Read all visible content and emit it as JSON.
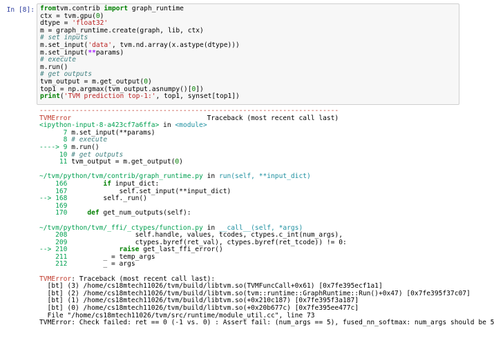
{
  "prompt": "In [8]:",
  "code_lines": [
    [
      [
        "kw",
        "from"
      ],
      [
        "",
        "tvm.contrib "
      ],
      [
        "kw",
        "import"
      ],
      [
        "",
        " graph_runtime"
      ]
    ],
    [
      [
        "",
        "ctx = tvm.gpu("
      ],
      [
        "num",
        "0"
      ],
      [
        "",
        ")"
      ]
    ],
    [
      [
        "",
        "dtype = "
      ],
      [
        "str",
        "'float32'"
      ]
    ],
    [
      [
        "",
        "m = graph_runtime.create(graph, lib, ctx)"
      ]
    ],
    [
      [
        "cmt",
        "# set inputs"
      ]
    ],
    [
      [
        "",
        "m.set_input("
      ],
      [
        "str",
        "'data'"
      ],
      [
        "",
        ", tvm.nd.array(x.astype(dtype)))"
      ]
    ],
    [
      [
        "",
        "m.set_input("
      ],
      [
        "op",
        "**"
      ],
      [
        "",
        "params)"
      ]
    ],
    [
      [
        "cmt",
        "# execute"
      ]
    ],
    [
      [
        "",
        "m.run()"
      ]
    ],
    [
      [
        "cmt",
        "# get outputs"
      ]
    ],
    [
      [
        "",
        "tvm_output = m.get_output("
      ],
      [
        "num",
        "0"
      ],
      [
        "",
        ")"
      ]
    ],
    [
      [
        "",
        "top1 = np.argmax(tvm_output.asnumpy()["
      ],
      [
        "num",
        "0"
      ],
      [
        "",
        "])"
      ]
    ],
    [
      [
        "kw",
        "print"
      ],
      [
        "",
        "("
      ],
      [
        "str",
        "'TVM prediction top-1:'"
      ],
      [
        "",
        ", top1, synset[top1])"
      ]
    ]
  ],
  "output_lines": [
    [
      [
        "red",
        "---------------------------------------------------------------------------"
      ]
    ],
    [
      [
        "red",
        "TVMError"
      ],
      [
        "",
        "                                  Traceback (most recent call last)"
      ]
    ],
    [
      [
        "green",
        "<ipython-input-8-a423cf7a6ffa>"
      ],
      [
        "",
        " in "
      ],
      [
        "cyan",
        "<module>"
      ]
    ],
    [
      [
        "green",
        "      7"
      ],
      [
        "",
        " m.set_input(**params)"
      ]
    ],
    [
      [
        "green",
        "      8"
      ],
      [
        "cmt",
        " # execute"
      ]
    ],
    [
      [
        "green",
        "----> 9"
      ],
      [
        "",
        " m.run()"
      ]
    ],
    [
      [
        "green",
        "     10"
      ],
      [
        "cmt",
        " # get outputs"
      ]
    ],
    [
      [
        "green",
        "     11"
      ],
      [
        "",
        " tvm_output = m.get_output("
      ],
      [
        "num",
        "0"
      ],
      [
        "",
        ")"
      ]
    ],
    [
      [
        "blank",
        ""
      ]
    ],
    [
      [
        "green",
        "~/tvm/python/tvm/contrib/graph_runtime.py"
      ],
      [
        "",
        " in "
      ],
      [
        "cyan",
        "run(self, **input_dict)"
      ]
    ],
    [
      [
        "green",
        "    166"
      ],
      [
        "",
        "         "
      ],
      [
        "kw",
        "if"
      ],
      [
        "",
        " input_dict:"
      ]
    ],
    [
      [
        "green",
        "    167"
      ],
      [
        "",
        "             self.set_input(**input_dict)"
      ]
    ],
    [
      [
        "green",
        "--> 168"
      ],
      [
        "",
        "         self._run()"
      ]
    ],
    [
      [
        "green",
        "    169"
      ],
      [
        "",
        " "
      ]
    ],
    [
      [
        "green",
        "    170"
      ],
      [
        "",
        "     "
      ],
      [
        "kw",
        "def"
      ],
      [
        "",
        " get_num_outputs(self):"
      ]
    ],
    [
      [
        "blank",
        ""
      ]
    ],
    [
      [
        "green",
        "~/tvm/python/tvm/_ffi/_ctypes/function.py"
      ],
      [
        "",
        " in "
      ],
      [
        "cyan",
        "__call__(self, *args)"
      ]
    ],
    [
      [
        "green",
        "    208"
      ],
      [
        "",
        "                 self.handle, values, tcodes, ctypes.c_int(num_args),"
      ]
    ],
    [
      [
        "green",
        "    209"
      ],
      [
        "",
        "                 ctypes.byref(ret_val), ctypes.byref(ret_tcode)) != 0:"
      ]
    ],
    [
      [
        "green",
        "--> 210"
      ],
      [
        "",
        "             "
      ],
      [
        "kw",
        "raise"
      ],
      [
        "",
        " get_last_ffi_error()"
      ]
    ],
    [
      [
        "green",
        "    211"
      ],
      [
        "",
        "         _ = temp_args"
      ]
    ],
    [
      [
        "green",
        "    212"
      ],
      [
        "",
        "         _ = args"
      ]
    ],
    [
      [
        "blank",
        ""
      ]
    ],
    [
      [
        "red",
        "TVMError"
      ],
      [
        "",
        ": Traceback (most recent call last):"
      ]
    ],
    [
      [
        "",
        "  [bt] (3) /home/cs18mtech11026/tvm/build/libtvm.so(TVMFuncCall+0x61) [0x7fe395ecf1a1]"
      ]
    ],
    [
      [
        "",
        "  [bt] (2) /home/cs18mtech11026/tvm/build/libtvm.so(tvm::runtime::GraphRuntime::Run()+0x47) [0x7fe395f37c07]"
      ]
    ],
    [
      [
        "",
        "  [bt] (1) /home/cs18mtech11026/tvm/build/libtvm.so(+0x210c187) [0x7fe395f3a187]"
      ]
    ],
    [
      [
        "",
        "  [bt] (0) /home/cs18mtech11026/tvm/build/libtvm.so(+0x20b677c) [0x7fe395ee477c]"
      ]
    ],
    [
      [
        "",
        "  File \"/home/cs18mtech11026/tvm/src/runtime/module_util.cc\", line 73"
      ]
    ],
    [
      [
        "",
        "TVMError: Check failed: ret == 0 (-1 vs. 0) : Assert fail: (num_args == 5), fused_nn_softmax: num_args should be 5"
      ]
    ]
  ]
}
